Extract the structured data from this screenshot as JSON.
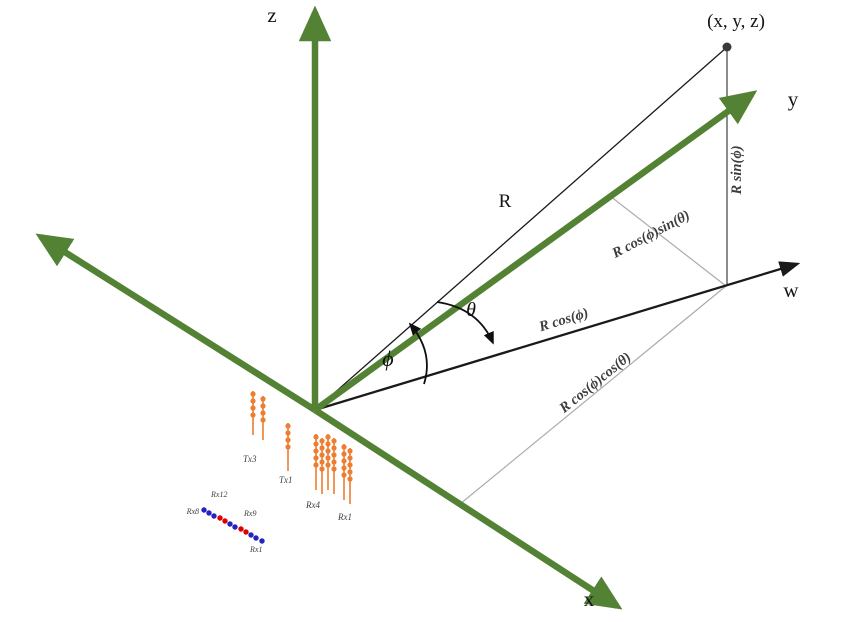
{
  "diagram": {
    "title_hidden": "",
    "axes": {
      "z": "z",
      "y": "y",
      "x": "x",
      "w": "w"
    },
    "point": {
      "label": "(x, y, z)"
    },
    "radius_label": "R",
    "angles": {
      "phi": "ϕ",
      "theta": "θ"
    },
    "projections": {
      "r_sin_phi": "R sin(ϕ)",
      "r_cos_phi": "R cos(ϕ)",
      "r_cos_phi_sin_theta": "R cos(ϕ)sin(θ)",
      "r_cos_phi_cos_theta": "R cos(ϕ)cos(θ)"
    },
    "tx_rx_arrays": {
      "tx3": "Tx3",
      "tx1": "Tx1",
      "rx4": "Rx4",
      "rx1": "Rx1"
    },
    "virtual_array": {
      "rx8": "Rx8",
      "rx12": "Rx12",
      "rx9": "Rx9",
      "rx1": "Rx1"
    },
    "colors": {
      "axis_green": "#548235",
      "line_black": "#1a1a1a",
      "projection_gray": "#ababab",
      "antenna_orange": "#ED7D31",
      "rx_blue": "#2323C2",
      "rx_red": "#E00000"
    }
  }
}
